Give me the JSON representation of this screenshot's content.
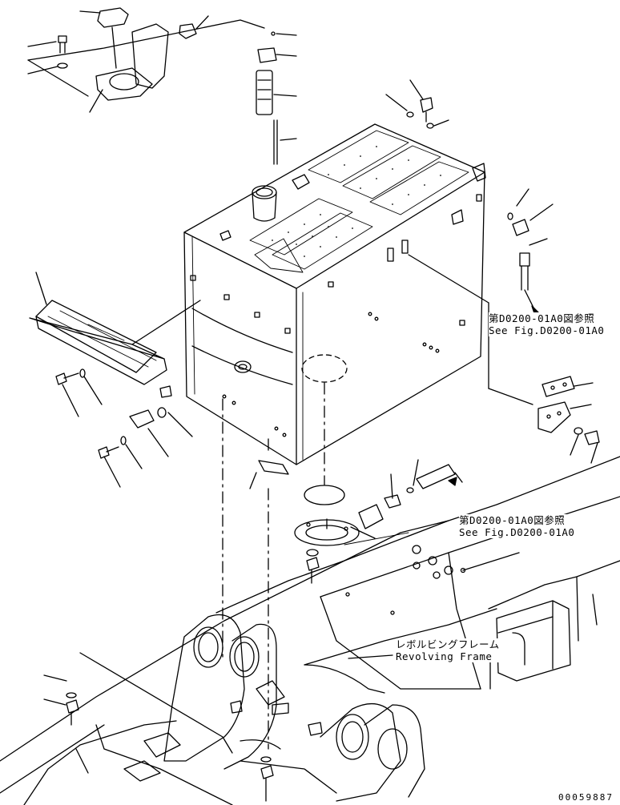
{
  "references": [
    {
      "jp": "第D0200-01A0図参照",
      "en": "See Fig.D0200-01A0"
    },
    {
      "jp": "第D0200-01A0図参照",
      "en": "See Fig.D0200-01A0"
    }
  ],
  "frame_label": {
    "jp": "レボルビングフレーム",
    "en": "Revolving Frame"
  },
  "drawing_number": "00059887"
}
